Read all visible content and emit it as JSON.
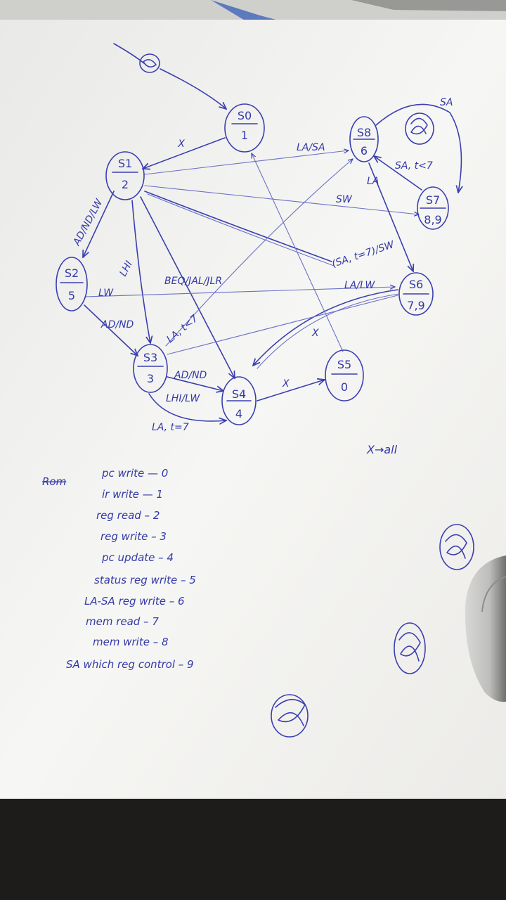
{
  "states": [
    {
      "name": "S0",
      "out": "1"
    },
    {
      "name": "S1",
      "out": "2"
    },
    {
      "name": "S2",
      "out": "5"
    },
    {
      "name": "S3",
      "out": "3"
    },
    {
      "name": "S4",
      "out": "4"
    },
    {
      "name": "S5",
      "out": "0"
    },
    {
      "name": "S6",
      "out": "7,9"
    },
    {
      "name": "S7",
      "out": "8,9"
    },
    {
      "name": "S8",
      "out": "6"
    }
  ],
  "transitions": {
    "s0_s1": "X",
    "s1_s8": "LA/SA",
    "s1_s7": "SW",
    "s1_s2": "AD/ND/LW",
    "s1_s3": "LHI",
    "s1_s4": "BEQ/JAL/JLR",
    "s7_s1": "(SA, t=7)/SW",
    "s8_s7": "SA",
    "s7_s8": "SA, t<7",
    "s8_s6": "LA",
    "s6_s4": "LA/LW",
    "s2_s6": "LW",
    "s2_s3": "AD/ND",
    "s3_s8": "LA, t<7",
    "s3_s4_a": "AD/ND",
    "s3_s4_b": "LHI/LW",
    "s3_s4_c": "LA, t=7",
    "s4_s5": "X",
    "s5_s0": "X"
  },
  "x_note": "X→all",
  "legend_header": "Rom",
  "legend": [
    "pc write — 0",
    "ir write — 1",
    "reg read – 2",
    "reg write – 3",
    "pc update – 4",
    "status reg write – 5",
    "LA-SA reg write – 6",
    "mem read – 7",
    "mem write – 8",
    "SA which reg control – 9"
  ],
  "colors": {
    "ink": "#3a3fb0",
    "paper": "#f4f4f2",
    "table": "#1c1a18"
  }
}
